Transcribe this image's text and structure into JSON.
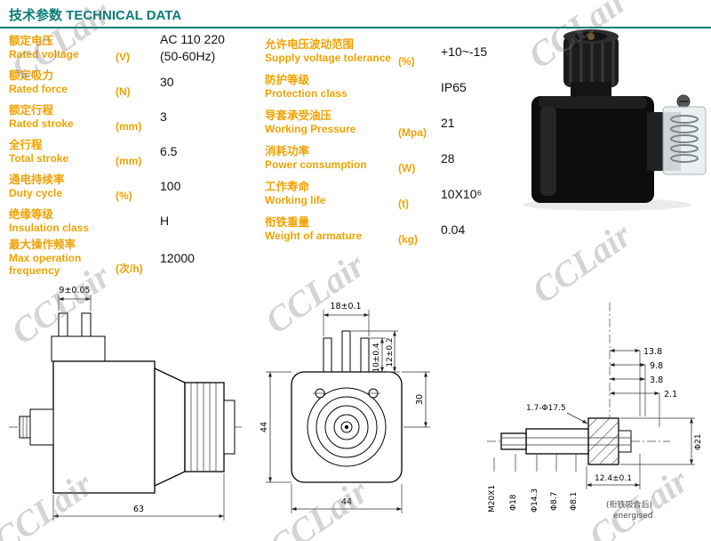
{
  "watermark": {
    "text": "CCLair"
  },
  "header": {
    "title": "技术参数 TECHNICAL DATA"
  },
  "specs": {
    "left": [
      {
        "zh": "额定电压",
        "en": "Rated voltage",
        "unit": "(V)",
        "value": "AC 110 220\n(50-60Hz)"
      },
      {
        "zh": "额定吸力",
        "en": "Rated force",
        "unit": "(N)",
        "value": "30"
      },
      {
        "zh": "额定行程",
        "en": "Rated stroke",
        "unit": "(mm)",
        "value": "3"
      },
      {
        "zh": "全行程",
        "en": "Total stroke",
        "unit": "(mm)",
        "value": "6.5"
      },
      {
        "zh": "通电持续率",
        "en": "Duty cycle",
        "unit": "(%)",
        "value": "100"
      },
      {
        "zh": "绝缘等级",
        "en": "Insulation class",
        "unit": "",
        "value": "H"
      },
      {
        "zh": "最大操作频率",
        "en": "Max operation frequency",
        "unit": "(次/h)",
        "value": "12000"
      }
    ],
    "right": [
      {
        "zh": "允许电压波动范围",
        "en": "Supply voltage tolerance",
        "unit": "(%)",
        "value": "+10~-15"
      },
      {
        "zh": "防护等级",
        "en": "Protection class",
        "unit": "",
        "value": "IP65"
      },
      {
        "zh": "导套承受油压",
        "en": "Working Pressure",
        "unit": "(Mpa)",
        "value": "21"
      },
      {
        "zh": "消耗功率",
        "en": "Power consumption",
        "unit": "(W)",
        "value": "28"
      },
      {
        "zh": "工作寿命",
        "en": "Working life",
        "unit": "(t)",
        "value": "10X10⁶"
      },
      {
        "zh": "衔铁重量",
        "en": "Weight of armature",
        "unit": "(kg)",
        "value": "0.04"
      }
    ]
  },
  "drawings": {
    "side_view": {
      "dim_top": "9±0.05",
      "dim_bottom": "63"
    },
    "front_view": {
      "dim_top": "18±0.1",
      "dim_pin_mid": "10±0.4",
      "dim_pin_outer": "12±0.2",
      "dim_right": "30",
      "dim_left": "44",
      "dim_bottom": "44"
    },
    "section_view": {
      "dim_a": "13.8",
      "dim_b": "9.8",
      "dim_c": "3.8",
      "dim_d": "2.1",
      "dim_e": "1.7-Φ17.5",
      "dim_thread": "M20X1",
      "dim_d1": "Φ18",
      "dim_d2": "Φ14.3",
      "dim_d3": "Φ8.7",
      "dim_d4": "Φ8.1",
      "dim_bottom": "12.4±0.1",
      "dim_flange": "Φ21",
      "note_zh": "(衔铁吸合后)",
      "note_en": "energised"
    }
  },
  "colors": {
    "accent": "#0a7d78",
    "label": "#f0a202"
  }
}
